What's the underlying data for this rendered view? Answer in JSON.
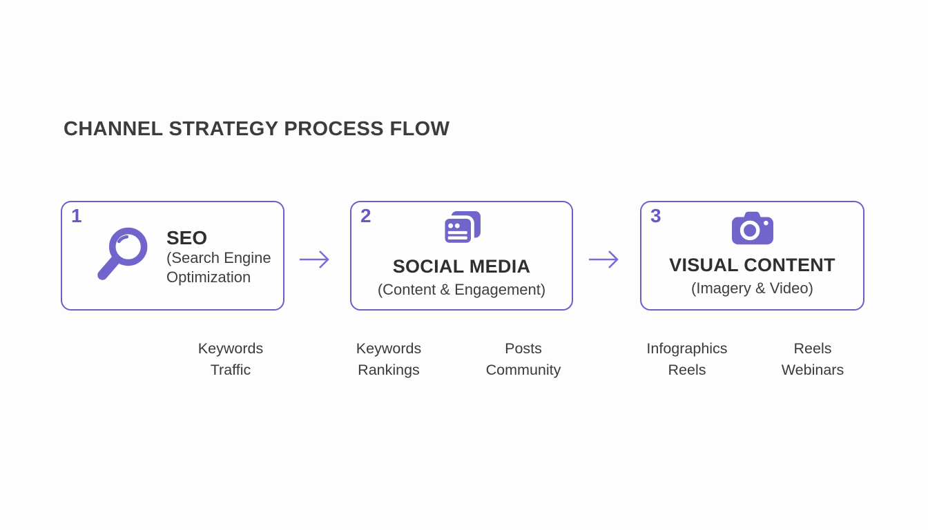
{
  "title": "CHANNEL STRATEGY PROCESS FLOW",
  "colors": {
    "accent_border": "#6c5ec8",
    "icon_purple": "#7165cb",
    "number_purple": "#6659c3",
    "arrow_purple": "#7b6ed2",
    "title_text": "#3c3c3c",
    "heading_text": "#2f2f2f",
    "body_text": "#3e3e3e",
    "background": "#fdfdfe"
  },
  "steps": [
    {
      "number": "1",
      "icon": "magnifier-icon",
      "title": "SEO",
      "subtitle_lines": [
        "(Search Engine",
        "Optimization"
      ]
    },
    {
      "number": "2",
      "icon": "posts-icon",
      "title": "SOCIAL MEDIA",
      "subtitle_lines": [
        "(Content & Engagement)"
      ]
    },
    {
      "number": "3",
      "icon": "camera-icon",
      "title": "VISUAL CONTENT",
      "subtitle_lines": [
        "(Imagery & Video)"
      ]
    }
  ],
  "outputs": [
    {
      "line1": "Keywords",
      "line2": "Traffic"
    },
    {
      "line1": "Keywords",
      "line2": "Rankings"
    },
    {
      "line1": "Posts",
      "line2": "Community"
    },
    {
      "line1": "Infographics",
      "line2": "Reels"
    },
    {
      "line1": "Reels",
      "line2": "Webinars"
    }
  ]
}
